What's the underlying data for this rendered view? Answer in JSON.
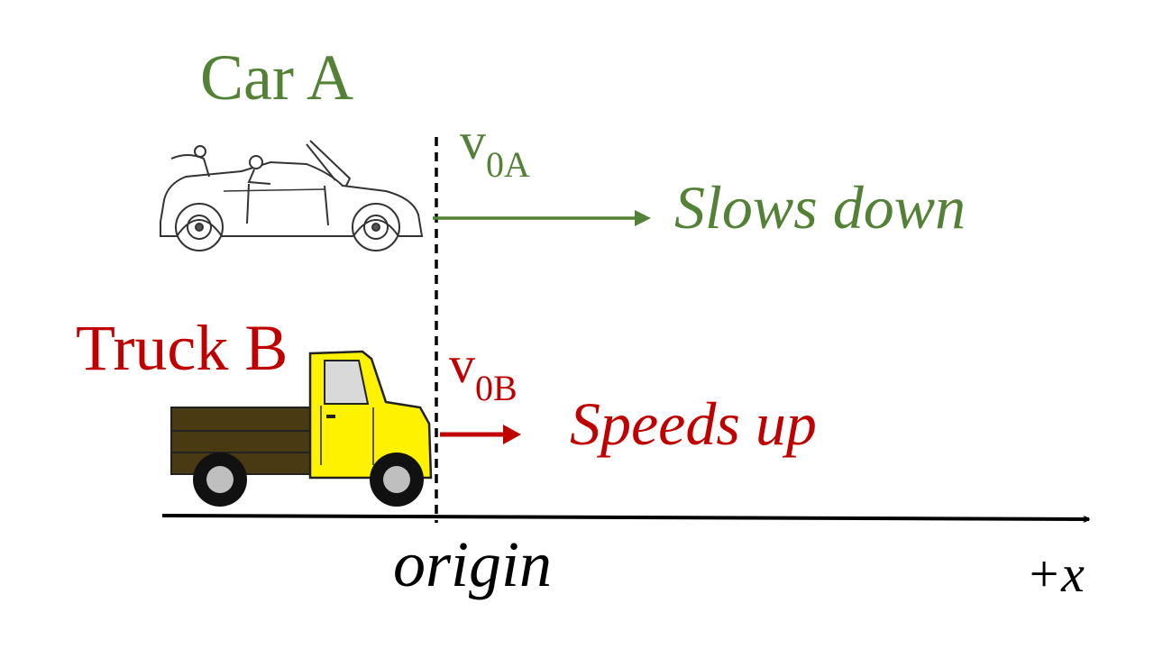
{
  "colors": {
    "car": "#538135",
    "truck": "#C00000",
    "axis": "#000000",
    "truck_body": "#FFF200",
    "truck_bed": "#4A3A14"
  },
  "icons": {
    "car": "convertible-car-icon",
    "truck": "pickup-truck-icon"
  },
  "car_a": {
    "label": "Car A",
    "velocity_symbol": "v",
    "velocity_subscript": "0A",
    "motion_text": "Slows down"
  },
  "truck_b": {
    "label": "Truck B",
    "velocity_symbol": "v",
    "velocity_subscript": "0B",
    "motion_text": "Speeds up"
  },
  "axis": {
    "origin_label": "origin",
    "direction_label": "+x"
  }
}
